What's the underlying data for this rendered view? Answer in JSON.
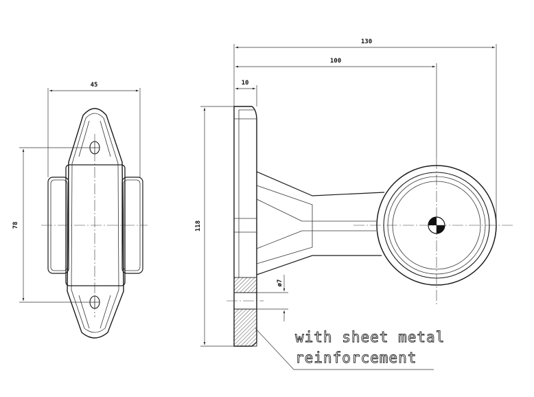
{
  "dimensions": {
    "width_front": "45",
    "hole_spacing": "78",
    "overall_length": "130",
    "to_center": "100",
    "base_thickness": "10",
    "base_height": "118",
    "hole_diameter": "ø7"
  },
  "note": {
    "line1": "with sheet metal",
    "line2": "reinforcement"
  }
}
